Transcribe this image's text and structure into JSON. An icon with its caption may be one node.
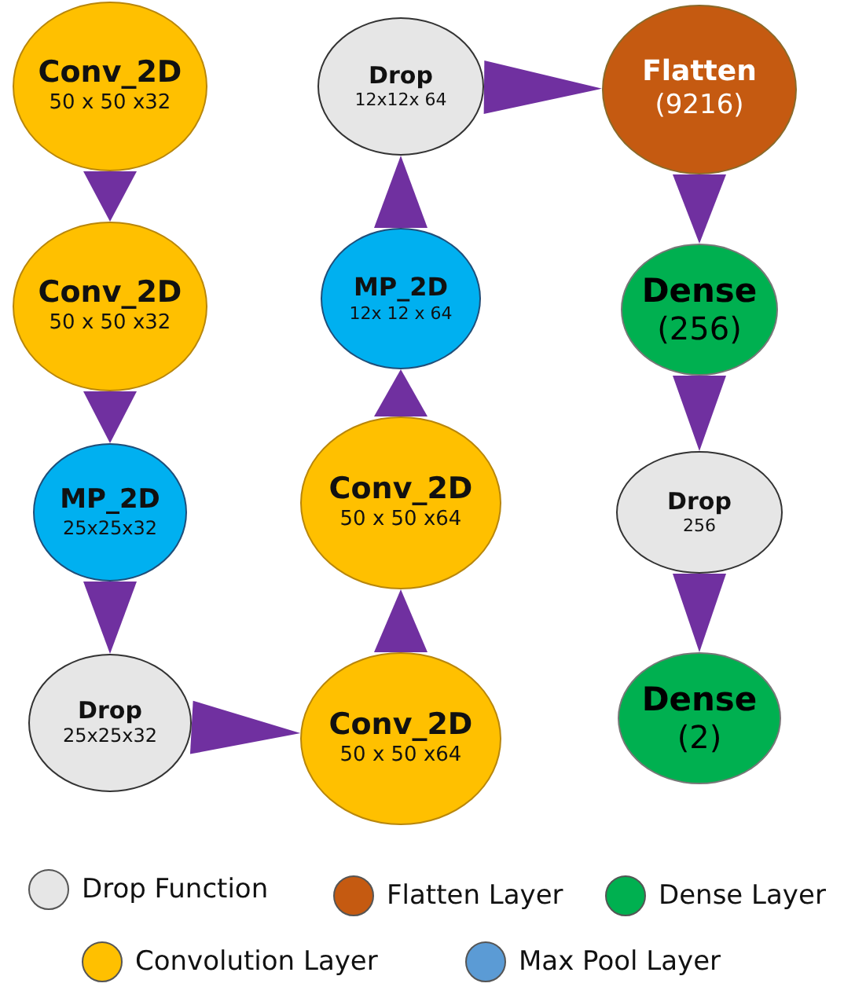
{
  "diagram": {
    "nodes": [
      {
        "text": [
          "Conv_2D",
          "50 x 50 x32"
        ]
      },
      {
        "text": [
          "Conv_2D",
          "50 x 50 x32"
        ]
      },
      {
        "text": [
          "MP_2D",
          "25x25x32"
        ]
      },
      {
        "text": [
          "Drop",
          "25x25x32"
        ]
      },
      {
        "text": [
          "Conv_2D",
          "50 x 50 x64"
        ]
      },
      {
        "text": [
          "Conv_2D",
          "50 x 50 x64"
        ]
      },
      {
        "text": [
          "MP_2D",
          "12x 12 x 64"
        ]
      },
      {
        "text": [
          "Drop",
          "12x12x 64"
        ]
      },
      {
        "text": [
          "Flatten",
          "(9216)"
        ]
      },
      {
        "text": [
          "Dense",
          "(256)"
        ]
      },
      {
        "text": [
          "Drop",
          "256"
        ]
      },
      {
        "text": [
          "Dense",
          "(2)"
        ]
      }
    ],
    "edges": [
      {
        "from": 0,
        "to": 1,
        "arrow": "to"
      },
      {
        "from": 1,
        "to": 2,
        "arrow": "to"
      },
      {
        "from": 2,
        "to": 3,
        "arrow": "to"
      },
      {
        "from": 3,
        "to": 4,
        "arrow": "to"
      },
      {
        "from": 4,
        "to": 5,
        "arrow": "to"
      },
      {
        "from": 5,
        "to": 6,
        "arrow": "to"
      },
      {
        "from": 6,
        "to": 7,
        "arrow": "to"
      },
      {
        "from": 7,
        "to": 8,
        "arrow": "to"
      },
      {
        "from": 8,
        "to": 9,
        "arrow": "to"
      },
      {
        "from": 9,
        "to": 10,
        "arrow": "to"
      },
      {
        "from": 10,
        "to": 11,
        "arrow": "to"
      }
    ],
    "legend": [
      {
        "text": "Drop Function",
        "color": "#e6e6e6"
      },
      {
        "text": "Flatten Layer",
        "color": "#c55a11"
      },
      {
        "text": "Dense Layer",
        "color": "#00b050"
      },
      {
        "text": "Convolution Layer",
        "color": "#ffc000"
      },
      {
        "text": "Max Pool Layer",
        "color": "#5b9bd5"
      }
    ]
  }
}
